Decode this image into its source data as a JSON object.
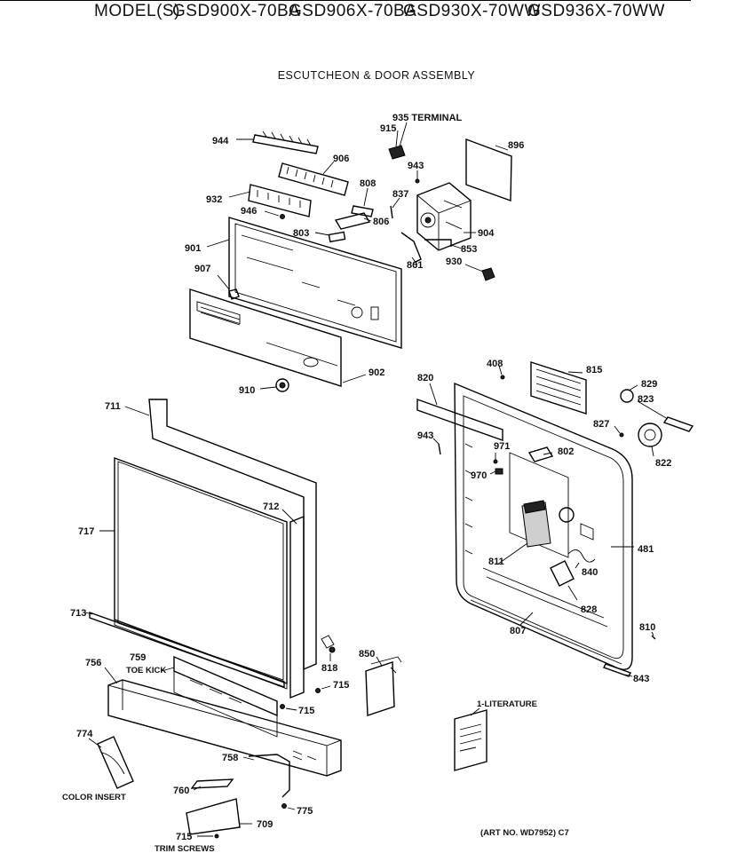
{
  "header": {
    "models_prefix": "MODEL(S)",
    "models": [
      "GSD900X-70BA",
      "GSD906X-70BA",
      "GSD930X-70WW",
      "GSD936X-70WW"
    ],
    "title": "ESCUTCHEON & DOOR ASSEMBLY"
  },
  "parts": {
    "p935": "935 TERMINAL",
    "p915": "915",
    "p896": "896",
    "p944": "944",
    "p906": "906",
    "p943a": "943",
    "p932": "932",
    "p808": "808",
    "p837": "837",
    "p946": "946",
    "p806": "806",
    "p904": "904",
    "p803": "803",
    "p901": "901",
    "p853": "853",
    "p861": "861",
    "p930": "930",
    "p907": "907",
    "p902": "902",
    "p910": "910",
    "p408": "408",
    "p815": "815",
    "p820": "820",
    "p829": "829",
    "p823": "823",
    "p711": "711",
    "p827": "827",
    "p943b": "943",
    "p971": "971",
    "p802": "802",
    "p822": "822",
    "p970": "970",
    "p712": "712",
    "p717": "717",
    "p481": "481",
    "p811": "811",
    "p840": "840",
    "p828": "828",
    "p713": "713",
    "p807": "807",
    "p810": "810",
    "p818": "818",
    "p850": "850",
    "p843": "843",
    "p756": "756",
    "p759": "759",
    "p759b": "TOE KICK",
    "p715a": "715",
    "p715b": "715",
    "p1lit": "1-LITERATURE",
    "p774": "774",
    "p758": "758",
    "p_color": "COLOR INSERT",
    "p760": "760",
    "p775": "775",
    "p709": "709",
    "p715c": "715",
    "p_trim": "TRIM SCREWS",
    "art": "(ART NO. WD7952) C7"
  }
}
